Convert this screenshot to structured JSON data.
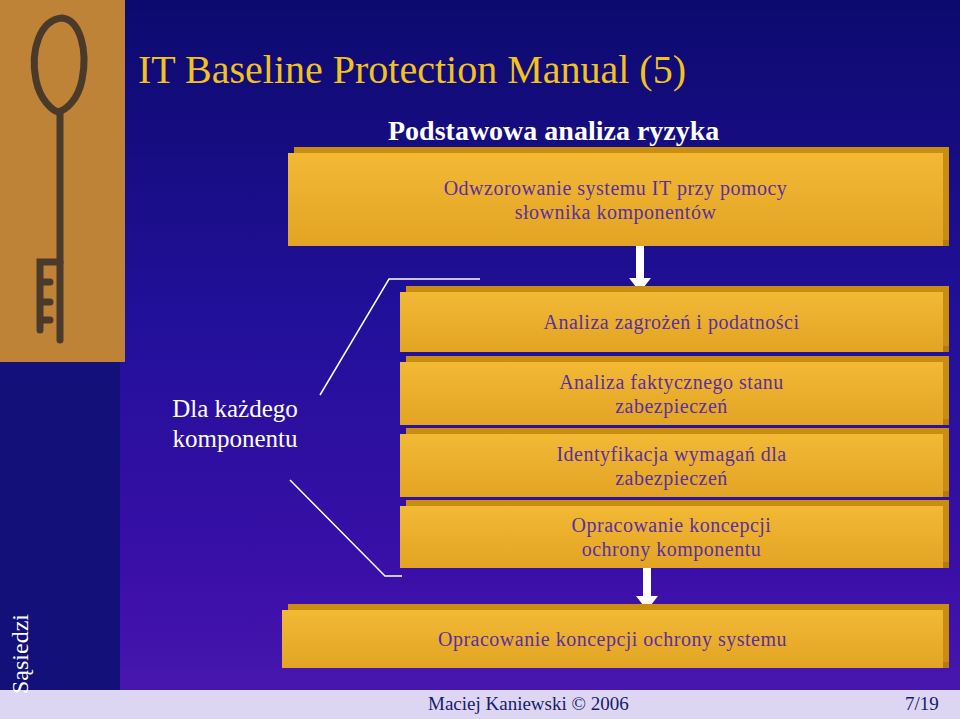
{
  "diagram": {
    "title": "IT Baseline Protection Manual (5)",
    "nodes": [
      {
        "text": [
          "Odwzorowanie systemu IT przy pomocy słownika komponentów"
        ]
      },
      {
        "text": [
          "Analiza zagrożeń i podatności"
        ]
      },
      {
        "text": [
          "Analiza faktycznego stanu zabezpieczeń"
        ]
      },
      {
        "text": [
          "Identyfikacja wymagań dla zabezpieczeń"
        ]
      },
      {
        "text": [
          "Opracowanie koncepcji ochrony komponentu"
        ]
      },
      {
        "text": [
          "Opracowanie koncepcji ochrony systemu"
        ]
      }
    ],
    "edges": [
      {
        "from": 0,
        "to": 1,
        "arrow": "to"
      },
      {
        "from": 4,
        "to": 5,
        "arrow": "to"
      }
    ],
    "labels": [
      "Podstawowa analiza ryzyka",
      "Dla każdego komponentu",
      "Sąsiedzi",
      "Maciej Kaniewski © 2006",
      "7/19"
    ]
  }
}
